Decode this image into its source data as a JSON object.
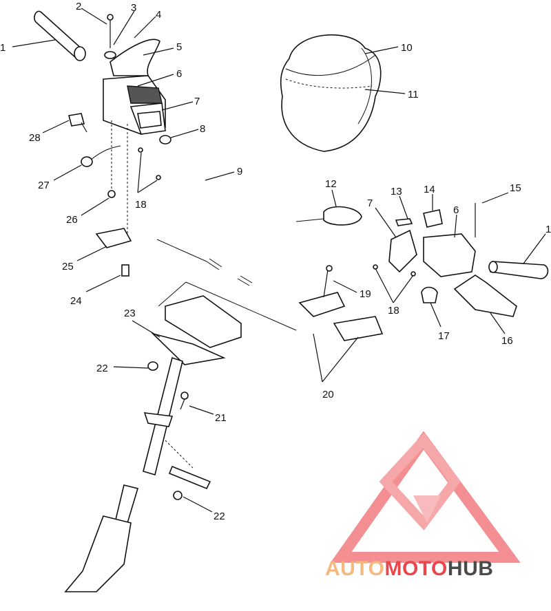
{
  "callouts": [
    {
      "id": "c1a",
      "text": "1"
    },
    {
      "id": "c2",
      "text": "2"
    },
    {
      "id": "c3",
      "text": "3"
    },
    {
      "id": "c4",
      "text": "4"
    },
    {
      "id": "c5",
      "text": "5"
    },
    {
      "id": "c6a",
      "text": "6"
    },
    {
      "id": "c7a",
      "text": "7"
    },
    {
      "id": "c8",
      "text": "8"
    },
    {
      "id": "c9",
      "text": "9"
    },
    {
      "id": "c10",
      "text": "10"
    },
    {
      "id": "c11",
      "text": "11"
    },
    {
      "id": "c12",
      "text": "12"
    },
    {
      "id": "c13",
      "text": "13"
    },
    {
      "id": "c14",
      "text": "14"
    },
    {
      "id": "c15",
      "text": "15"
    },
    {
      "id": "c1b",
      "text": "1"
    },
    {
      "id": "c7b",
      "text": "7"
    },
    {
      "id": "c6b",
      "text": "6"
    },
    {
      "id": "c16",
      "text": "16"
    },
    {
      "id": "c17",
      "text": "17"
    },
    {
      "id": "c18a",
      "text": "18"
    },
    {
      "id": "c18b",
      "text": "18"
    },
    {
      "id": "c19",
      "text": "19"
    },
    {
      "id": "c20",
      "text": "20"
    },
    {
      "id": "c21",
      "text": "21"
    },
    {
      "id": "c22a",
      "text": "22"
    },
    {
      "id": "c22b",
      "text": "22"
    },
    {
      "id": "c23",
      "text": "23"
    },
    {
      "id": "c24",
      "text": "24"
    },
    {
      "id": "c25",
      "text": "25"
    },
    {
      "id": "c26",
      "text": "26"
    },
    {
      "id": "c27",
      "text": "27"
    },
    {
      "id": "c28",
      "text": "28"
    }
  ],
  "watermark": {
    "part1": "AUTO",
    "part2": "MOTO",
    "part3": "HUB",
    "color_light": "#f5b87e",
    "color_red": "#e8464a",
    "color_dark": "#4a4a4a"
  }
}
